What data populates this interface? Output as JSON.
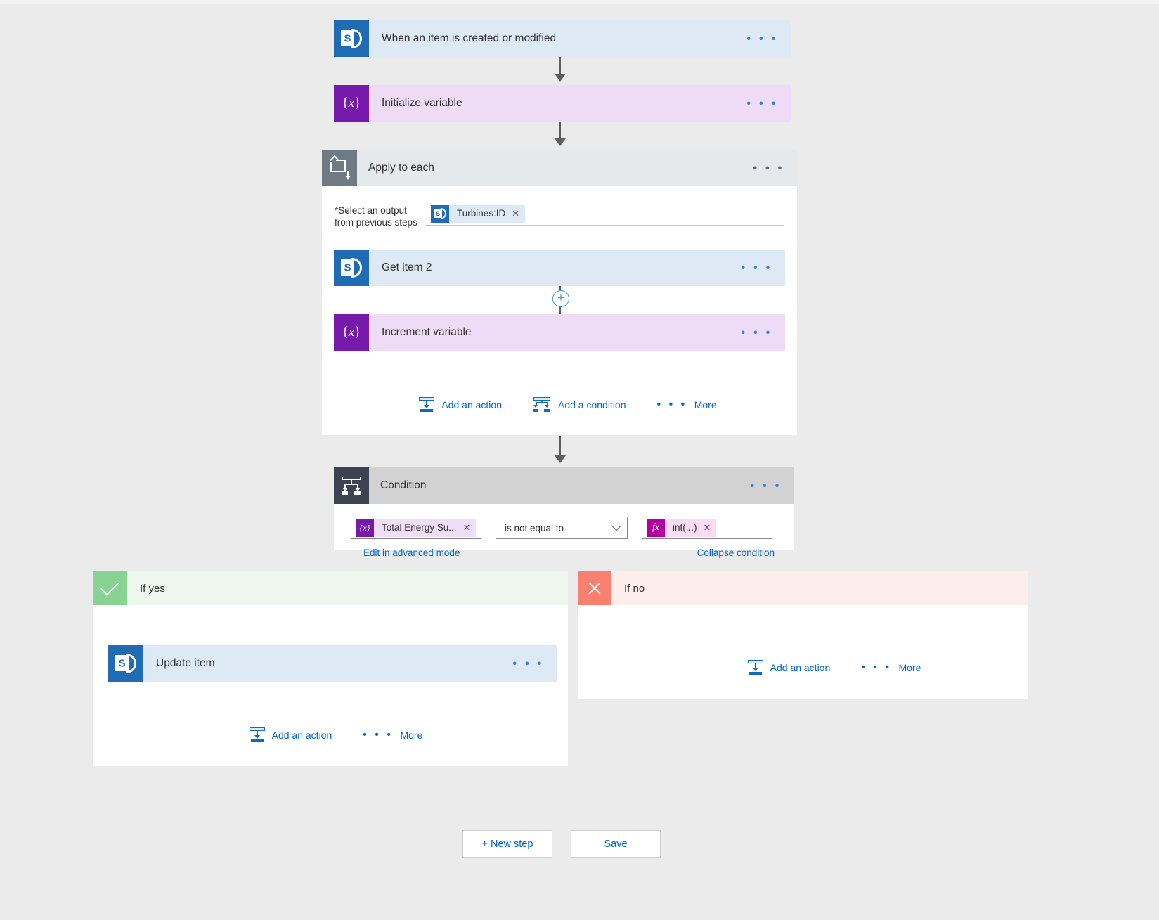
{
  "flow": {
    "trigger": {
      "title": "When an item is created or modified",
      "icon": "sharepoint-icon",
      "menu": "• • •"
    },
    "init_variable": {
      "title": "Initialize variable",
      "icon": "variable-icon",
      "menu": "• • •"
    },
    "apply_to_each": {
      "title": "Apply to each",
      "icon": "loop-icon",
      "menu": "• • •",
      "field_label_required_mark": "*",
      "field_label_line1": "Select an output",
      "field_label_line2": "from previous steps",
      "token": {
        "text": "Turbines:ID",
        "icon": "sharepoint-icon",
        "remove": "✕"
      },
      "children": [
        {
          "title": "Get item 2",
          "icon": "sharepoint-icon",
          "menu": "• • •",
          "type": "sharepoint"
        },
        {
          "title": "Increment variable",
          "icon": "variable-icon",
          "menu": "• • •",
          "type": "variable"
        }
      ],
      "insert_button": "+",
      "footer": {
        "add_action": "Add an action",
        "add_condition": "Add a condition",
        "more": "More",
        "more_dots": "• • •"
      }
    },
    "condition": {
      "title": "Condition",
      "icon": "condition-icon",
      "menu": "• • •",
      "left_operand": {
        "text": "Total Energy Su...",
        "icon": "variable-icon",
        "remove": "✕"
      },
      "operator": {
        "value": "is not equal to",
        "chevron": "chevron-down-icon"
      },
      "right_operand": {
        "text": "int(...)",
        "icon": "function-icon",
        "remove": "✕"
      },
      "advanced_link": "Edit in advanced mode",
      "collapse_link": "Collapse condition"
    },
    "branch_yes": {
      "title": "If yes",
      "badge_icon": "check-icon",
      "action": {
        "title": "Update item",
        "icon": "sharepoint-icon",
        "menu": "• • •"
      },
      "footer": {
        "add_action": "Add an action",
        "more": "More",
        "more_dots": "• • •"
      }
    },
    "branch_no": {
      "title": "If no",
      "badge_icon": "x-icon",
      "footer": {
        "add_action": "Add an action",
        "more": "More",
        "more_dots": "• • •"
      }
    },
    "footer": {
      "new_step": "+ New step",
      "save": "Save"
    }
  },
  "colors": {
    "sharepoint": "#1f6cb4",
    "variable": "#7719aa",
    "function": "#b4009e",
    "loop": "#6e7a86",
    "condition": "#3b4350",
    "yes": "#88d394",
    "no": "#f9806e",
    "link": "#0066cc",
    "canvas": "#ebebeb"
  }
}
